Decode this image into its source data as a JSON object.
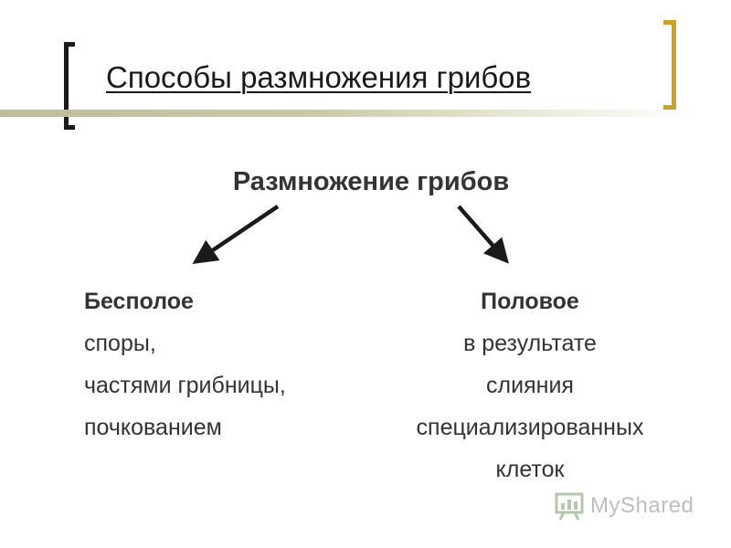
{
  "slide": {
    "title": "Способы размножения грибов"
  },
  "diagram": {
    "root": "Размножение грибов",
    "left": {
      "heading": "Бесполое",
      "lines": [
        "споры,",
        "частями грибницы,",
        "почкованием"
      ]
    },
    "right": {
      "heading": "Половое",
      "lines": [
        "в результате",
        "слияния",
        "специализированных",
        "клеток"
      ]
    }
  },
  "watermark": {
    "text": "MyShared"
  },
  "colors": {
    "left_bracket": "#1a1a1a",
    "right_bracket": "#c9a227",
    "text": "#333333",
    "arrow": "#1a1a1a"
  }
}
